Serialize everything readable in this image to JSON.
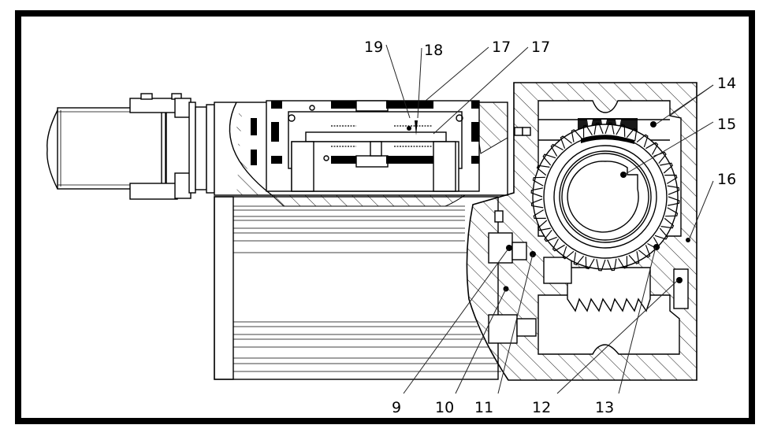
{
  "drawing": {
    "type": "cross-section assembly drawing",
    "colors": {
      "line": "#000000",
      "background": "#ffffff",
      "frame": "#000000"
    },
    "callouts": [
      {
        "id": "c9",
        "label": "9"
      },
      {
        "id": "c10",
        "label": "10"
      },
      {
        "id": "c11",
        "label": "11"
      },
      {
        "id": "c12",
        "label": "12"
      },
      {
        "id": "c13",
        "label": "13"
      },
      {
        "id": "c14",
        "label": "14"
      },
      {
        "id": "c15",
        "label": "15"
      },
      {
        "id": "c16",
        "label": "16"
      },
      {
        "id": "c17a",
        "label": "17"
      },
      {
        "id": "c17b",
        "label": "17"
      },
      {
        "id": "c18",
        "label": "18"
      },
      {
        "id": "c19",
        "label": "19"
      }
    ]
  }
}
